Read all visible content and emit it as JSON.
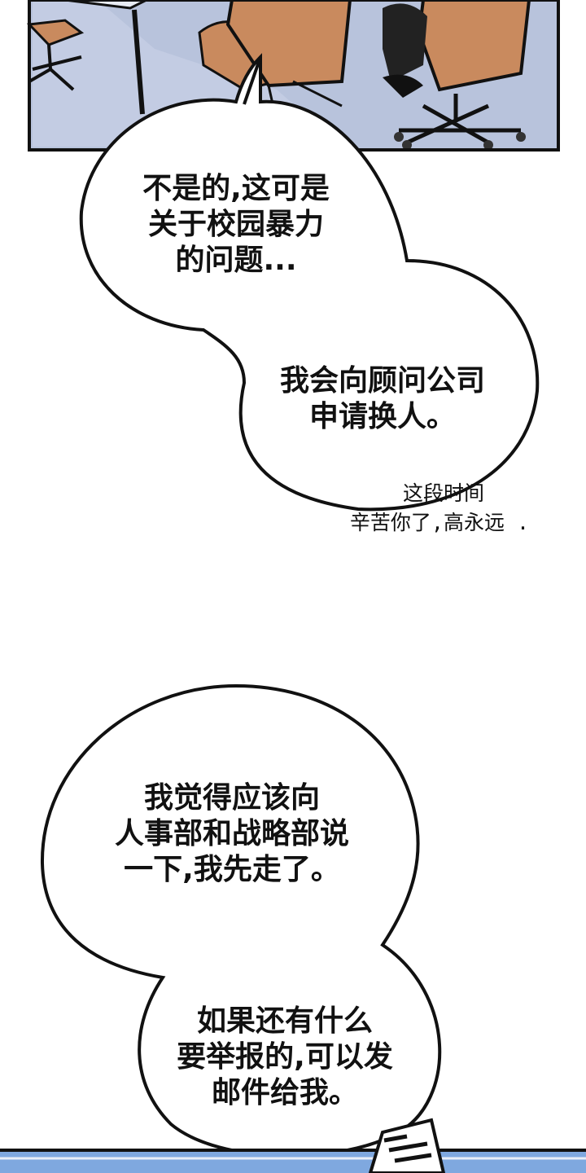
{
  "bubble_1": {
    "lines": [
      "不是的,这可是",
      "关于校园暴力",
      "的问题..."
    ]
  },
  "bubble_2": {
    "lines": [
      "我会向顾问公司",
      "申请换人。"
    ]
  },
  "aside": {
    "lines": [
      "这段时间",
      "辛苦你了,高永远 ."
    ]
  },
  "bubble_3": {
    "lines": [
      "我觉得应该向",
      "人事部和战略部说",
      "一下,我先走了。"
    ]
  },
  "bubble_4": {
    "lines": [
      "如果还有什么",
      "要举报的,可以发",
      "邮件给我。"
    ]
  },
  "colors": {
    "ink": "#111111",
    "floor": "#b9c4dc",
    "chair": "#c98a5e",
    "carpet_bottom": "#7fa8df"
  }
}
